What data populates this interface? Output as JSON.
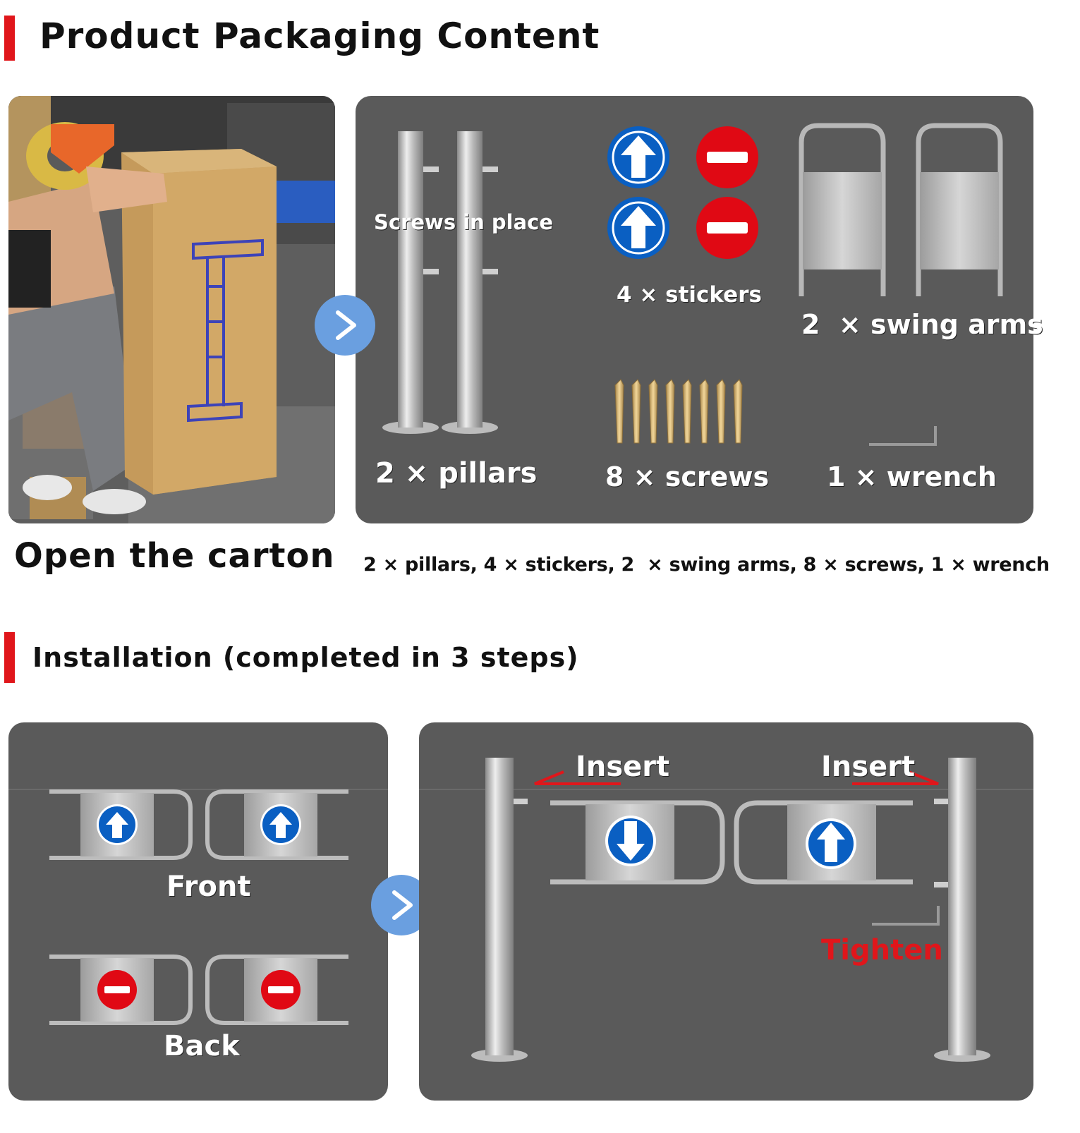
{
  "packaging": {
    "title": "Product Packaging Content",
    "photo_caption": "Open the carton",
    "screws_note": "Screws in place",
    "items": {
      "pillars": "2 × pillars",
      "stickers": "4 × stickers",
      "swing_arms": "2  × swing arms",
      "screws": "8 × screws",
      "wrench": "1 × wrench"
    },
    "summary": "2 × pillars, 4 × stickers, 2  × swing arms, 8 × screws, 1 × wrench"
  },
  "installation": {
    "title": "Installation (completed in 3 steps)",
    "front_label": "Front",
    "back_label": "Back",
    "insert_left": "Insert",
    "insert_right": "Insert",
    "tighten": "Tighten"
  },
  "colors": {
    "accent_red": "#e0161b",
    "panel_gray": "#5a5a5a",
    "sticker_blue": "#0a5fc2",
    "sticker_red": "#e00914",
    "nav_blue": "#6a9fe0"
  },
  "icons": {
    "next": "chevron-right-icon",
    "arrow_up": "arrow-up-icon",
    "no_entry": "no-entry-icon",
    "arrow_down": "arrow-down-icon"
  }
}
